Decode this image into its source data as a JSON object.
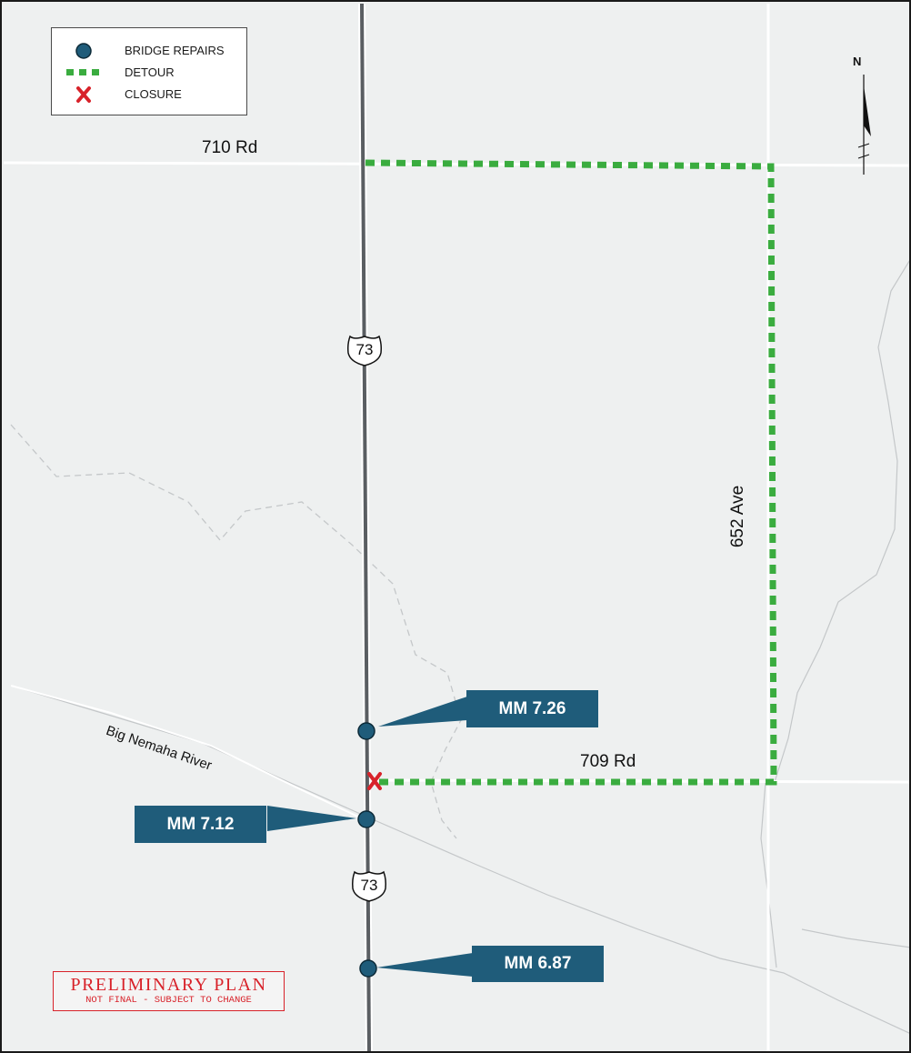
{
  "legend": {
    "items": [
      {
        "label": "BRIDGE REPAIRS",
        "symbol": "bridge-repair-dot"
      },
      {
        "label": "DETOUR",
        "symbol": "detour-dashes"
      },
      {
        "label": "CLOSURE",
        "symbol": "closure-x"
      }
    ]
  },
  "roads": {
    "rd710": "710 Rd",
    "rd709": "709 Rd",
    "ave652": "652 Ave",
    "us73_shield_north": "73",
    "us73_shield_south": "73"
  },
  "river": {
    "name": "Big Nemaha River"
  },
  "mile_markers": [
    {
      "label": "MM 7.26"
    },
    {
      "label": "MM 7.12"
    },
    {
      "label": "MM 6.87"
    }
  ],
  "stamp": {
    "title": "PRELIMINARY PLAN",
    "subtitle": "NOT FINAL - SUBJECT TO CHANGE"
  },
  "north_arrow": {
    "label": "N"
  },
  "colors": {
    "map_background": "#eef0f0",
    "highway": "#5a5e62",
    "detour": "#3aac3f",
    "closure": "#d8222a",
    "marker": "#1f5c7a",
    "minor_road": "#ffffff",
    "boundary": "#c4c7c9"
  }
}
